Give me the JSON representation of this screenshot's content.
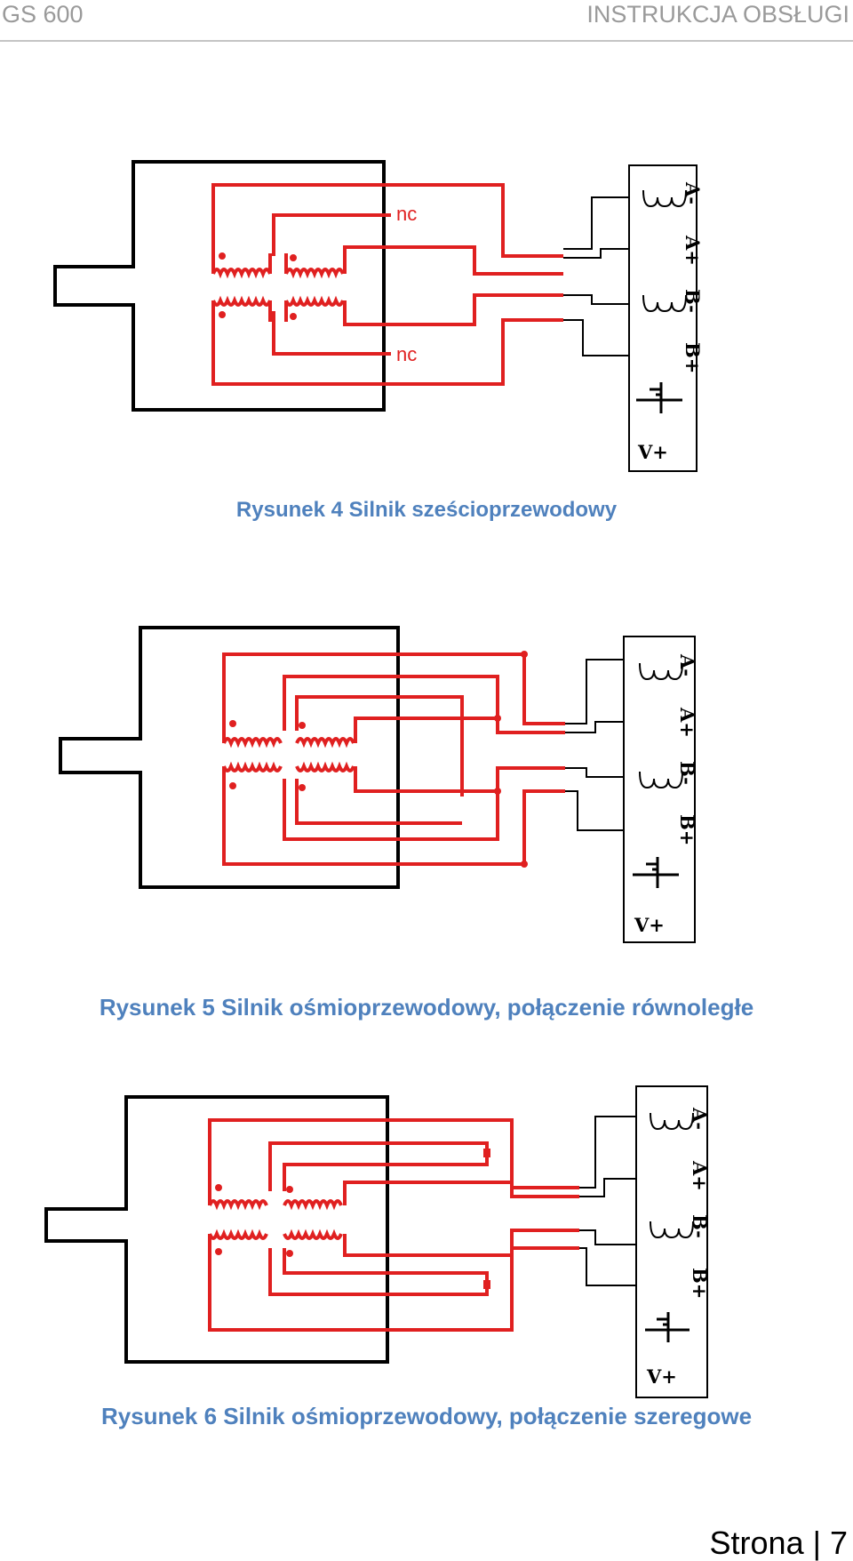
{
  "header": {
    "left": "GS 600",
    "right": "INSTRUKCJA OBSŁUGI"
  },
  "figures": [
    {
      "caption": "Rysunek 4 Silnik sześcioprzewodowy",
      "nc_labels": [
        "nc",
        "nc"
      ]
    },
    {
      "caption": "Rysunek 5 Silnik ośmioprzewodowy, połączenie równoległe"
    },
    {
      "caption": "Rysunek 6 Silnik ośmioprzewodowy, połączenie szeregowe"
    }
  ],
  "terminal_labels": [
    "A-",
    "A+",
    "B-",
    "B+",
    "V+"
  ],
  "footer": {
    "label": "Strona",
    "separator": "|",
    "page": "7"
  },
  "colors": {
    "wire": "#e02020",
    "caption": "#4f81bd",
    "frame": "#000000"
  },
  "icons": [
    "ground-icon",
    "coil-icon"
  ]
}
